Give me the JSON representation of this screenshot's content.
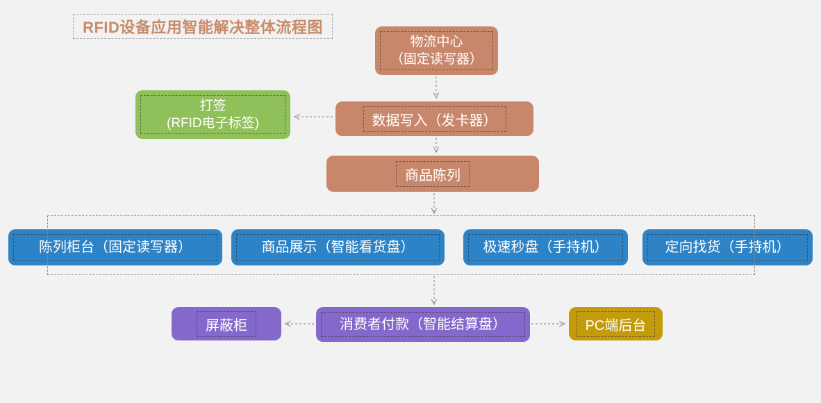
{
  "title": "RFID设备应用智能解决整体流程图",
  "nodes": {
    "logistics": {
      "line1": "物流中心",
      "line2": "（固定读写器）",
      "color": "#c8876a"
    },
    "tagging": {
      "line1": "打签",
      "line2": "(RFID电子标签)",
      "color": "#8fc05a"
    },
    "data_write": {
      "line1": "数据写入（发卡器）",
      "color": "#c8876a"
    },
    "display": {
      "line1": "商品陈列",
      "color": "#c8876a"
    },
    "counter": {
      "line1": "陈列柜台（固定读写器）",
      "color": "#2d83c6"
    },
    "showcase": {
      "line1": "商品展示（智能看货盘）",
      "color": "#2d83c6"
    },
    "quick_count": {
      "line1": "极速秒盘（手持机）",
      "color": "#2d83c6"
    },
    "find_goods": {
      "line1": "定向找货（手持机）",
      "color": "#2d83c6"
    },
    "shield_cabinet": {
      "line1": "屏蔽柜",
      "color": "#8568cb"
    },
    "payment": {
      "line1": "消费者付款（智能结算盘）",
      "color": "#8568cb"
    },
    "pc_backend": {
      "line1": "PC端后台",
      "color": "#c39b0b"
    }
  },
  "edges": [
    {
      "from": "logistics",
      "to": "data_write",
      "direction": "down"
    },
    {
      "from": "data_write",
      "to": "tagging",
      "direction": "left"
    },
    {
      "from": "data_write",
      "to": "display",
      "direction": "down"
    },
    {
      "from": "display",
      "to": "terminal_group",
      "direction": "down"
    },
    {
      "from": "terminal_group",
      "to": "payment",
      "direction": "down"
    },
    {
      "from": "payment",
      "to": "shield_cabinet",
      "direction": "left"
    },
    {
      "from": "payment",
      "to": "pc_backend",
      "direction": "right"
    }
  ],
  "colors": {
    "background": "#f2f2f2",
    "title_text": "#c98a67",
    "salmon": "#c8876a",
    "green": "#8fc05a",
    "blue": "#2d83c6",
    "purple": "#8568cb",
    "gold": "#c39b0b",
    "connector": "#999999",
    "dashed_inner": "rgba(45,45,45,0.55)"
  }
}
